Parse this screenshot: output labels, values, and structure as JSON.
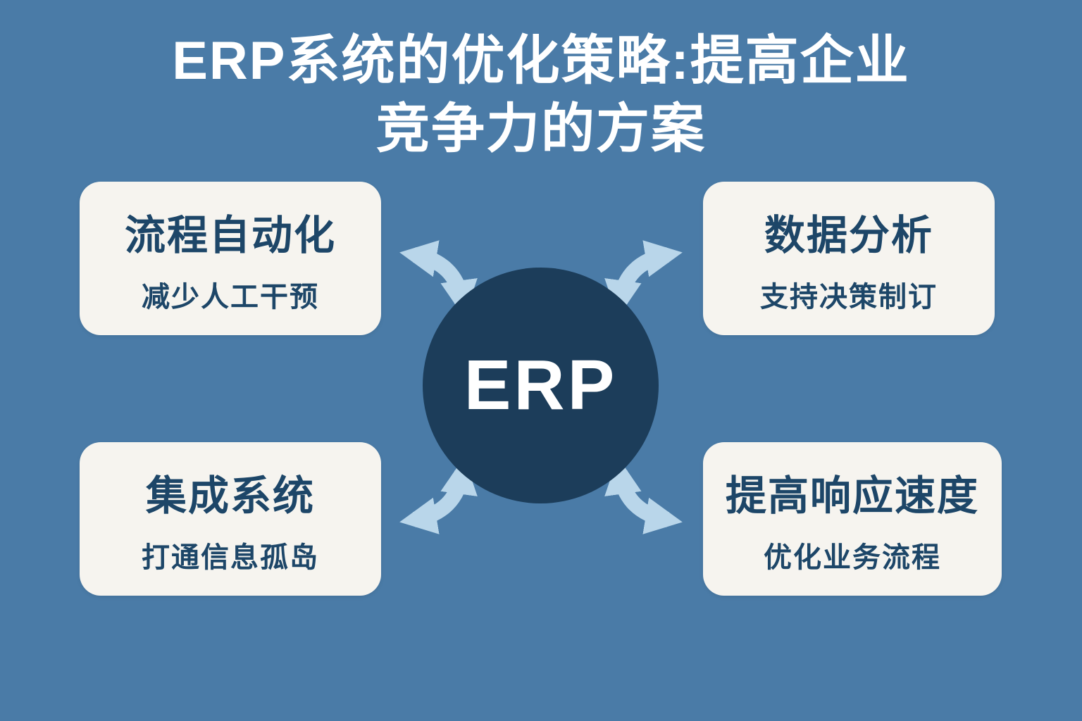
{
  "title": {
    "line1": "ERP系统的优化策略:提高企业",
    "line2": "竞争力的方案"
  },
  "center": {
    "label": "ERP"
  },
  "cards": [
    {
      "position": "top-left",
      "heading": "流程自动化",
      "subtext": "减少人工干预"
    },
    {
      "position": "top-right",
      "heading": "数据分析",
      "subtext": "支持决策制订"
    },
    {
      "position": "bottom-left",
      "heading": "集成系统",
      "subtext": "打通信息孤岛"
    },
    {
      "position": "bottom-right",
      "heading": "提高响应速度",
      "subtext": "优化业务流程"
    }
  ],
  "colors": {
    "background": "#4a7ba7",
    "circle": "#1c3d5a",
    "card_background": "#f6f4ef",
    "card_text": "#1d4668",
    "arrow": "#b9d6ea",
    "title_text": "#ffffff"
  }
}
